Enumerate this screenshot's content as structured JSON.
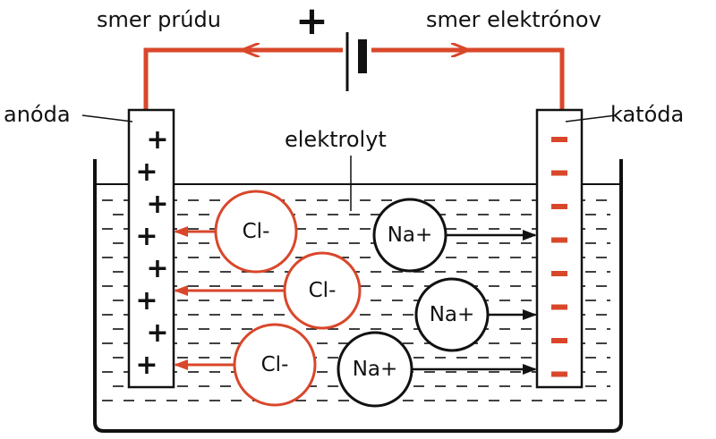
{
  "labels": {
    "current_direction": "smer prúdu",
    "electron_direction": "smer elektrónov",
    "anode": "anóda",
    "cathode": "katóda",
    "electrolyte": "elektrolyt",
    "battery_plus": "+"
  },
  "ions": [
    {
      "label": "Cl-",
      "type": "anion"
    },
    {
      "label": "Na+",
      "type": "cation"
    },
    {
      "label": "Cl-",
      "type": "anion"
    },
    {
      "label": "Na+",
      "type": "cation"
    },
    {
      "label": "Cl-",
      "type": "anion"
    },
    {
      "label": "Na+",
      "type": "cation"
    }
  ],
  "anode_sign": "+",
  "anode_sign_count": 8,
  "cathode_mark_count": 8,
  "colors": {
    "wire": "#d9472b",
    "anion_border": "#d9472b",
    "cation_border": "#111111",
    "ink": "#111111"
  }
}
